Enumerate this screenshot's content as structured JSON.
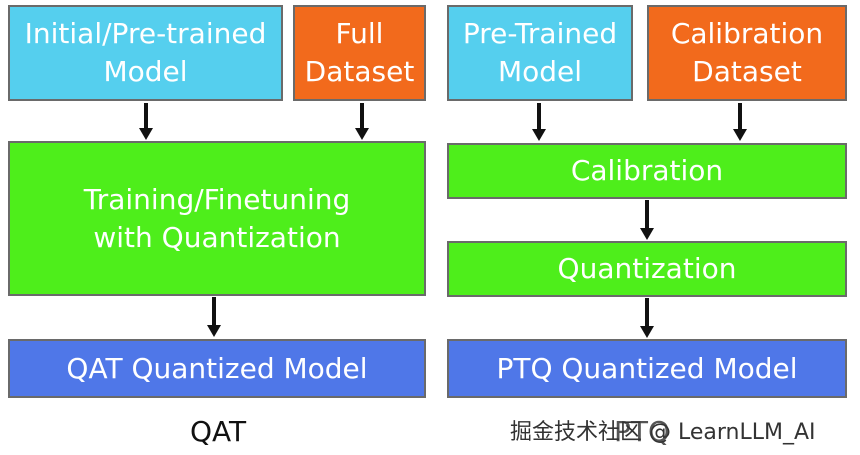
{
  "qat": {
    "pretrained_label": "Initial/Pre-trained\nModel",
    "dataset_label": "Full\nDataset",
    "training_label": "Training/Finetuning\nwith Quantization",
    "output_label": "QAT Quantized Model",
    "caption": "QAT"
  },
  "ptq": {
    "pretrained_label": "Pre-Trained\nModel",
    "dataset_label": "Calibration\nDataset",
    "calibration_label": "Calibration",
    "quantization_label": "Quantization",
    "output_label": "PTQ Quantized Model",
    "caption": "PTQ"
  },
  "watermark": "掘金技术社区 @ LearnLLM_AI",
  "colors": {
    "model_box": "#55cfee",
    "dataset_box": "#f26a1c",
    "process_box": "#4eee1b",
    "output_box": "#4f77e8",
    "arrow": "#111111"
  }
}
